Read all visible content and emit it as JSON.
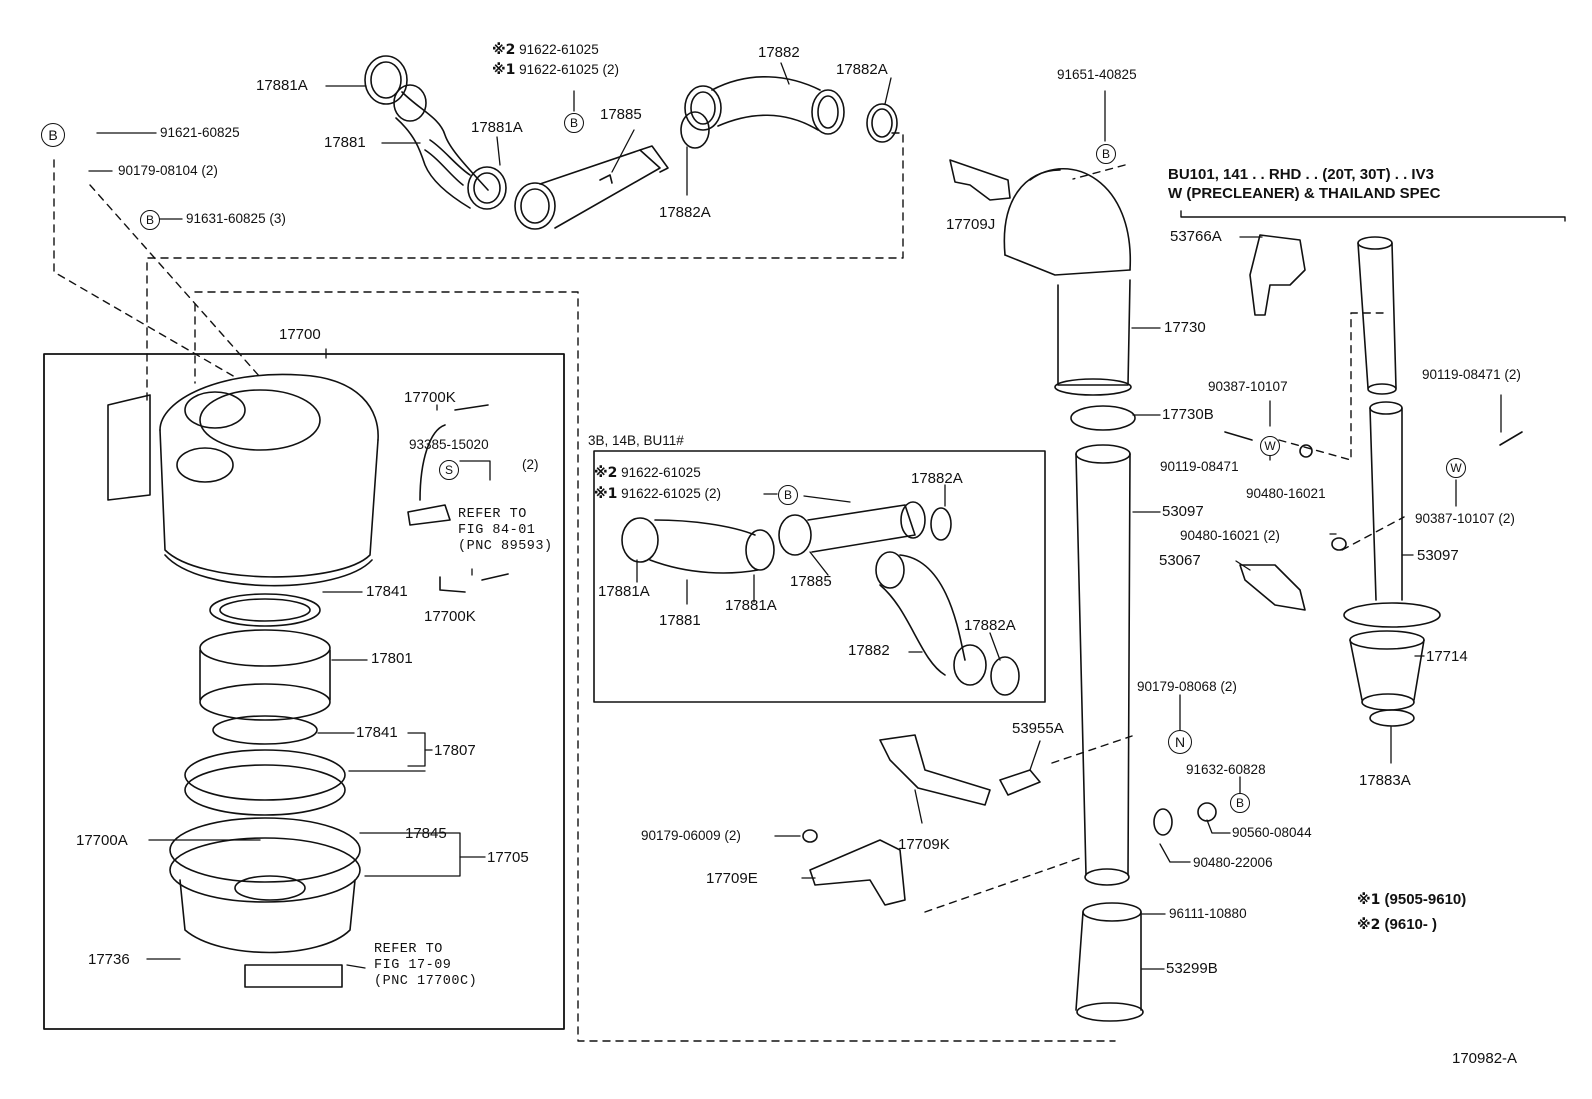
{
  "labels": {
    "p17881A_a": "17881A",
    "p17881_a": "17881",
    "p17881A_b": "17881A",
    "m2_top": "91622-61025",
    "m1_top": "91622-61025 (2)",
    "p17885_a": "17885",
    "p17882_a": "17882",
    "p17882A_a": "17882A",
    "p17882A_b": "17882A",
    "p91651": "91651-40825",
    "p17709J": "17709J",
    "p91621": "91621-60825",
    "p90179_08104": "90179-08104 (2)",
    "p91631": "91631-60825 (3)",
    "p17700": "17700",
    "p17700K_a": "17700K",
    "p93385": "93385-15020",
    "p93385_qty": "(2)",
    "ref1_a": "REFER TO",
    "ref1_b": "FIG 84-01",
    "ref1_c": "(PNC 89593)",
    "p17700K_b": "17700K",
    "p17841_a": "17841",
    "p17801": "17801",
    "p17841_b": "17841",
    "p17807": "17807",
    "p17700A": "17700A",
    "p17845": "17845",
    "p17705": "17705",
    "p17736": "17736",
    "ref2_a": "REFER TO",
    "ref2_b": "FIG 17-09",
    "ref2_c": "(PNC 17700C)",
    "inset_title": "3B, 14B, BU11#",
    "m2_inset": "91622-61025",
    "m1_inset": "91622-61025 (2)",
    "p17882A_i1": "17882A",
    "p17881A_i1": "17881A",
    "p17881_i": "17881",
    "p17881A_i2": "17881A",
    "p17885_i": "17885",
    "p17882A_i2": "17882A",
    "p17882_i": "17882",
    "p17730": "17730",
    "p17730B": "17730B",
    "p53097_a": "53097",
    "p53955A": "53955A",
    "p17709K": "17709K",
    "p90179_06009": "90179-06009 (2)",
    "p17709E": "17709E",
    "p96111": "96111-10880",
    "p53299B": "53299B",
    "spec_line1": "BU101, 141 . . RHD . . (20T, 30T) . . IV3",
    "spec_line2": "W (PRECLEANER) & THAILAND SPEC",
    "p53766A": "53766A",
    "p90387_a": "90387-10107",
    "p90119_a": "90119-08471",
    "p90480_a": "90480-16021",
    "p90119_b": "90119-08471 (2)",
    "p90387_b": "90387-10107 (2)",
    "p90480_b": "90480-16021 (2)",
    "p53067": "53067",
    "p53097_b": "53097",
    "p17714": "17714",
    "p17883A": "17883A",
    "p90179_08068": "90179-08068 (2)",
    "p91632": "91632-60828",
    "p90560": "90560-08044",
    "p90480_22006": "90480-22006",
    "legend1_range": "(9505-9610)",
    "legend2_range": "(9610-       )",
    "footer_code": "170982-A"
  },
  "markers": {
    "mark1": "※1",
    "mark2": "※2",
    "circle_b": "B",
    "circle_s": "S",
    "circle_w": "W",
    "circle_n": "N"
  }
}
